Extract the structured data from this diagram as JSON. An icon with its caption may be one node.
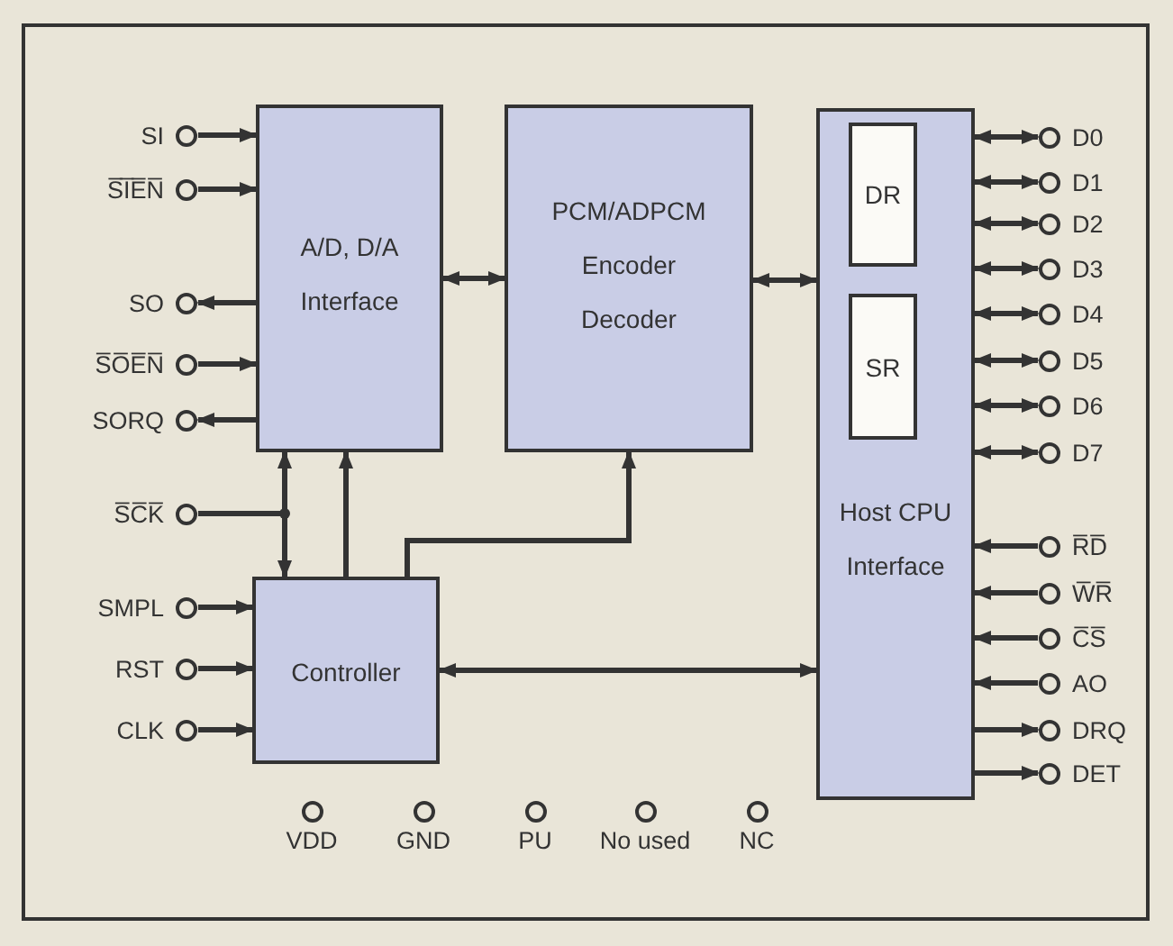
{
  "diagram": {
    "nodes": [
      {
        "text": [
          "A/D, D/A Interface"
        ]
      },
      {
        "text": [
          "PCM/ADPCM Encoder Decoder"
        ]
      },
      {
        "text": [
          "Host CPU Interface"
        ]
      },
      {
        "text": [
          "DR"
        ],
        "in": 2
      },
      {
        "text": [
          "SR"
        ],
        "in": 2
      },
      {
        "text": [
          "Controller"
        ]
      },
      {
        "text": [
          "SI"
        ]
      },
      {
        "text": [
          "S̅I̅E̅N̅"
        ]
      },
      {
        "text": [
          "SO"
        ]
      },
      {
        "text": [
          "S̅O̅E̅N̅"
        ]
      },
      {
        "text": [
          "SORQ"
        ]
      },
      {
        "text": [
          "S̅C̅K̅"
        ]
      },
      {
        "text": [
          "SMPL"
        ]
      },
      {
        "text": [
          "RST"
        ]
      },
      {
        "text": [
          "CLK"
        ]
      },
      {
        "text": [
          "D0"
        ]
      },
      {
        "text": [
          "D1"
        ]
      },
      {
        "text": [
          "D2"
        ]
      },
      {
        "text": [
          "D3"
        ]
      },
      {
        "text": [
          "D4"
        ]
      },
      {
        "text": [
          "D5"
        ]
      },
      {
        "text": [
          "D6"
        ]
      },
      {
        "text": [
          "D7"
        ]
      },
      {
        "text": [
          "R̅D̅"
        ]
      },
      {
        "text": [
          "W̅R̅"
        ]
      },
      {
        "text": [
          "C̅S̅"
        ]
      },
      {
        "text": [
          "AO"
        ]
      },
      {
        "text": [
          "DRQ"
        ]
      },
      {
        "text": [
          "DET"
        ]
      },
      {
        "text": [
          "VDD"
        ]
      },
      {
        "text": [
          "GND"
        ]
      },
      {
        "text": [
          "PU"
        ]
      },
      {
        "text": [
          "No used"
        ]
      },
      {
        "text": [
          "NC"
        ]
      }
    ],
    "edges": [
      {
        "from": 6,
        "to": 0,
        "arrow": "to"
      },
      {
        "from": 7,
        "to": 0,
        "arrow": "to"
      },
      {
        "from": 0,
        "to": 8,
        "arrow": "to"
      },
      {
        "from": 9,
        "to": 0,
        "arrow": "to"
      },
      {
        "from": 0,
        "to": 10,
        "arrow": "to"
      },
      {
        "from": 0,
        "to": 1,
        "arrow": "both"
      },
      {
        "from": 1,
        "to": 2,
        "arrow": "both"
      },
      {
        "from": 11,
        "to": 0,
        "arrow": "to"
      },
      {
        "from": 11,
        "to": 5,
        "arrow": "to"
      },
      {
        "from": 5,
        "to": 0,
        "arrow": "to"
      },
      {
        "from": 5,
        "to": 1,
        "arrow": "to"
      },
      {
        "from": 12,
        "to": 5,
        "arrow": "to"
      },
      {
        "from": 13,
        "to": 5,
        "arrow": "to"
      },
      {
        "from": 14,
        "to": 5,
        "arrow": "to"
      },
      {
        "from": 5,
        "to": 2,
        "arrow": "both"
      },
      {
        "from": 2,
        "to": 15,
        "arrow": "both"
      },
      {
        "from": 2,
        "to": 16,
        "arrow": "both"
      },
      {
        "from": 2,
        "to": 17,
        "arrow": "both"
      },
      {
        "from": 2,
        "to": 18,
        "arrow": "both"
      },
      {
        "from": 2,
        "to": 19,
        "arrow": "both"
      },
      {
        "from": 2,
        "to": 20,
        "arrow": "both"
      },
      {
        "from": 2,
        "to": 21,
        "arrow": "both"
      },
      {
        "from": 2,
        "to": 22,
        "arrow": "both"
      },
      {
        "from": 23,
        "to": 2,
        "arrow": "to"
      },
      {
        "from": 24,
        "to": 2,
        "arrow": "to"
      },
      {
        "from": 25,
        "to": 2,
        "arrow": "to"
      },
      {
        "from": 26,
        "to": 2,
        "arrow": "to"
      },
      {
        "from": 2,
        "to": 27,
        "arrow": "to"
      },
      {
        "from": 2,
        "to": 28,
        "arrow": "to"
      }
    ]
  }
}
